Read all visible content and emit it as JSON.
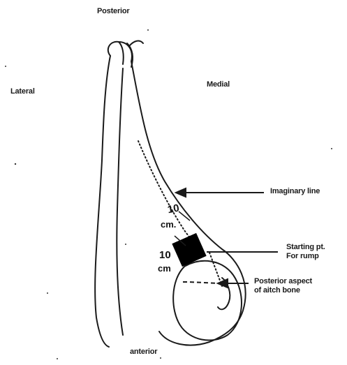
{
  "orientation": {
    "posterior": "Posterior",
    "lateral": "Lateral",
    "medial": "Medial",
    "anterior": "anterior"
  },
  "annotations": {
    "imaginary_line": "Imaginary line",
    "starting_point": {
      "line1": "Starting pt.",
      "line2": "For rump"
    },
    "posterior_aspect": {
      "line1": "Posterior aspect",
      "line2": "of aitch bone"
    }
  },
  "measurements": {
    "upper": {
      "value": "10",
      "unit": "cm."
    },
    "lower": {
      "value": "10",
      "unit": "cm"
    }
  },
  "colors": {
    "ink": "#1a1a1a",
    "marker": "#000000",
    "paper": "#ffffff"
  }
}
